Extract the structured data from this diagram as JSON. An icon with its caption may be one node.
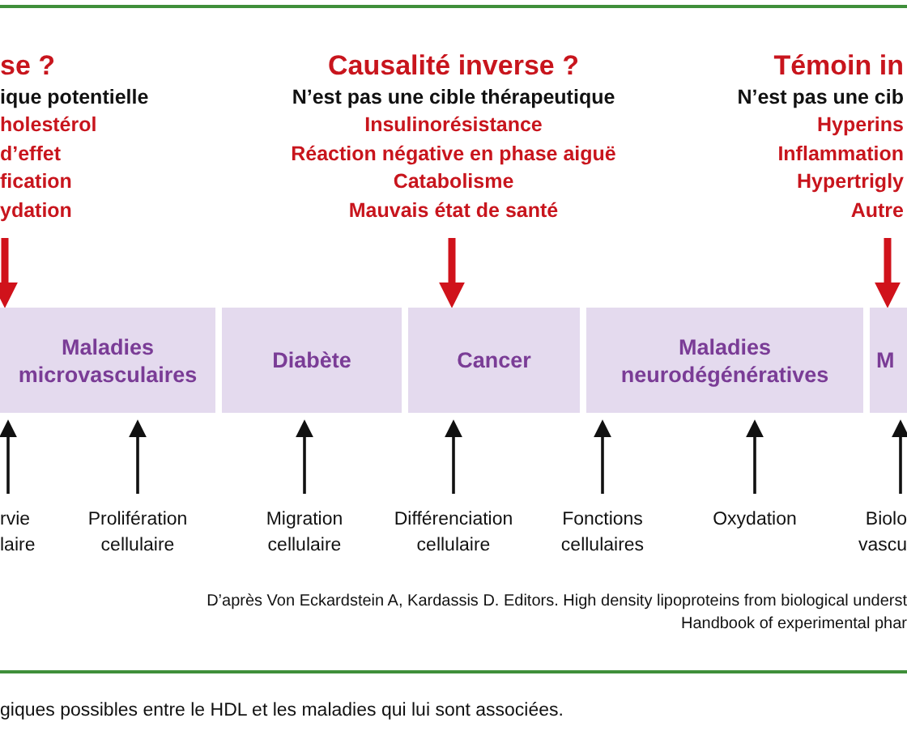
{
  "diagram": {
    "caption": "giques possibles entre le HDL et les maladies qui lui sont associées.",
    "nodes": [
      {
        "text": [
          "se ?",
          "ique potentielle",
          "holestérol",
          "d’effet",
          "fication",
          "ydation"
        ]
      },
      {
        "text": [
          "Causalité inverse ?",
          "N’est pas une cible thérapeutique",
          "Insulinorésistance",
          "Réaction négative en phase aiguë",
          "Catabolisme",
          "Mauvais état de santé"
        ]
      },
      {
        "text": [
          "Témoin in",
          "N’est pas une cib",
          "Hyperins",
          "Inflammation",
          "Hypertrigly",
          "Autre"
        ]
      },
      {
        "text": [
          "Maladies microvasculaires"
        ]
      },
      {
        "text": [
          "Diabète"
        ]
      },
      {
        "text": [
          "Cancer"
        ]
      },
      {
        "text": [
          "Maladies neurodégénératives"
        ]
      },
      {
        "text": [
          "M"
        ]
      },
      {
        "text": [
          "rvie laire"
        ]
      },
      {
        "text": [
          "Prolifération cellulaire"
        ]
      },
      {
        "text": [
          "Migration cellulaire"
        ]
      },
      {
        "text": [
          "Différenciation cellulaire"
        ]
      },
      {
        "text": [
          "Fonctions cellulaires"
        ]
      },
      {
        "text": [
          "Oxydation"
        ]
      },
      {
        "text": [
          "Biolo vascu"
        ]
      }
    ],
    "edges": [
      {
        "from": 0,
        "to": 3,
        "arrow": "to",
        "style": "thick",
        "color": "#d0121b"
      },
      {
        "from": 1,
        "to": 5,
        "arrow": "to",
        "style": "thick",
        "color": "#d0121b"
      },
      {
        "from": 2,
        "to": 7,
        "arrow": "to",
        "style": "thick",
        "color": "#d0121b"
      },
      {
        "from": 8,
        "to": 3,
        "arrow": "to"
      },
      {
        "from": 9,
        "to": 3,
        "arrow": "to"
      },
      {
        "from": 10,
        "to": 4,
        "arrow": "to"
      },
      {
        "from": 11,
        "to": 5,
        "arrow": "to"
      },
      {
        "from": 12,
        "to": 6,
        "arrow": "to"
      },
      {
        "from": 13,
        "to": 6,
        "arrow": "to"
      },
      {
        "from": 14,
        "to": 7,
        "arrow": "to"
      }
    ],
    "labels": [
      "D’après Von Eckardstein A, Kardassis D. Editors. High density lipoproteins from biological underst",
      "Handbook of experimental phar"
    ]
  }
}
